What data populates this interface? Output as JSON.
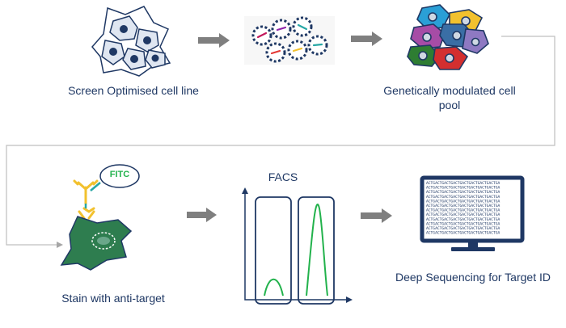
{
  "steps": {
    "screen_cell_line": "Screen Optimised cell line",
    "modulated_pool": "Genetically modulated cell pool",
    "stain": "Stain with anti-target",
    "facs": "FACS",
    "deep_sequencing": "Deep Sequencing for Target ID"
  },
  "fitc_label": "FITC",
  "sequence_text": "ACTGACTGACTGACTGACTGACTGACTGACTGA",
  "colors": {
    "navy": "#1f3864",
    "arrow_grey": "#7f7f7f",
    "flow_line": "#bfbfbf",
    "cell_green": "#2e7d4f",
    "peak_green": "#22b24c",
    "antibody_yellow": "#f2c12e",
    "guide_teal": "#27a7a5"
  },
  "icons": {
    "cell_line": "cell-cluster-icon",
    "library": "guide-rna-library-icon",
    "pool": "colored-cell-pool-icon",
    "antibody": "antibody-icon",
    "facs": "facs-histogram-icon",
    "monitor": "sequencing-monitor-icon"
  }
}
